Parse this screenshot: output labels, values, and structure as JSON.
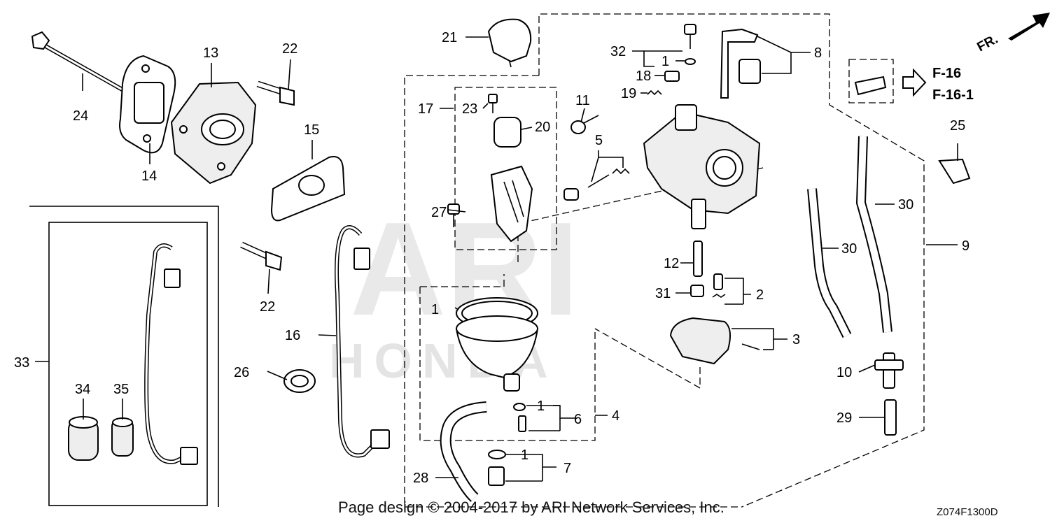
{
  "watermark": {
    "text": "ARI",
    "subtext": "HONDA"
  },
  "direction": {
    "label": "FR."
  },
  "refs": {
    "f16": "F-16",
    "f16_1": "F-16-1"
  },
  "footer": {
    "copyright": "Page design © 2004-2017 by ARI Network Services, Inc.",
    "code": "Z074F1300D"
  },
  "callouts": {
    "c1a": "1",
    "c1b": "1",
    "c1c": "1",
    "c1d": "1",
    "c2": "2",
    "c3": "3",
    "c4": "4",
    "c5": "5",
    "c6": "6",
    "c7": "7",
    "c8": "8",
    "c9": "9",
    "c10": "10",
    "c11": "11",
    "c12": "12",
    "c13": "13",
    "c14": "14",
    "c15": "15",
    "c16": "16",
    "c17": "17",
    "c18": "18",
    "c19": "19",
    "c20": "20",
    "c21": "21",
    "c22a": "22",
    "c22b": "22",
    "c23": "23",
    "c24": "24",
    "c25": "25",
    "c26": "26",
    "c27": "27",
    "c28": "28",
    "c29": "29",
    "c30a": "30",
    "c30b": "30",
    "c31": "31",
    "c32": "32",
    "c33": "33",
    "c34": "34",
    "c35": "35"
  }
}
